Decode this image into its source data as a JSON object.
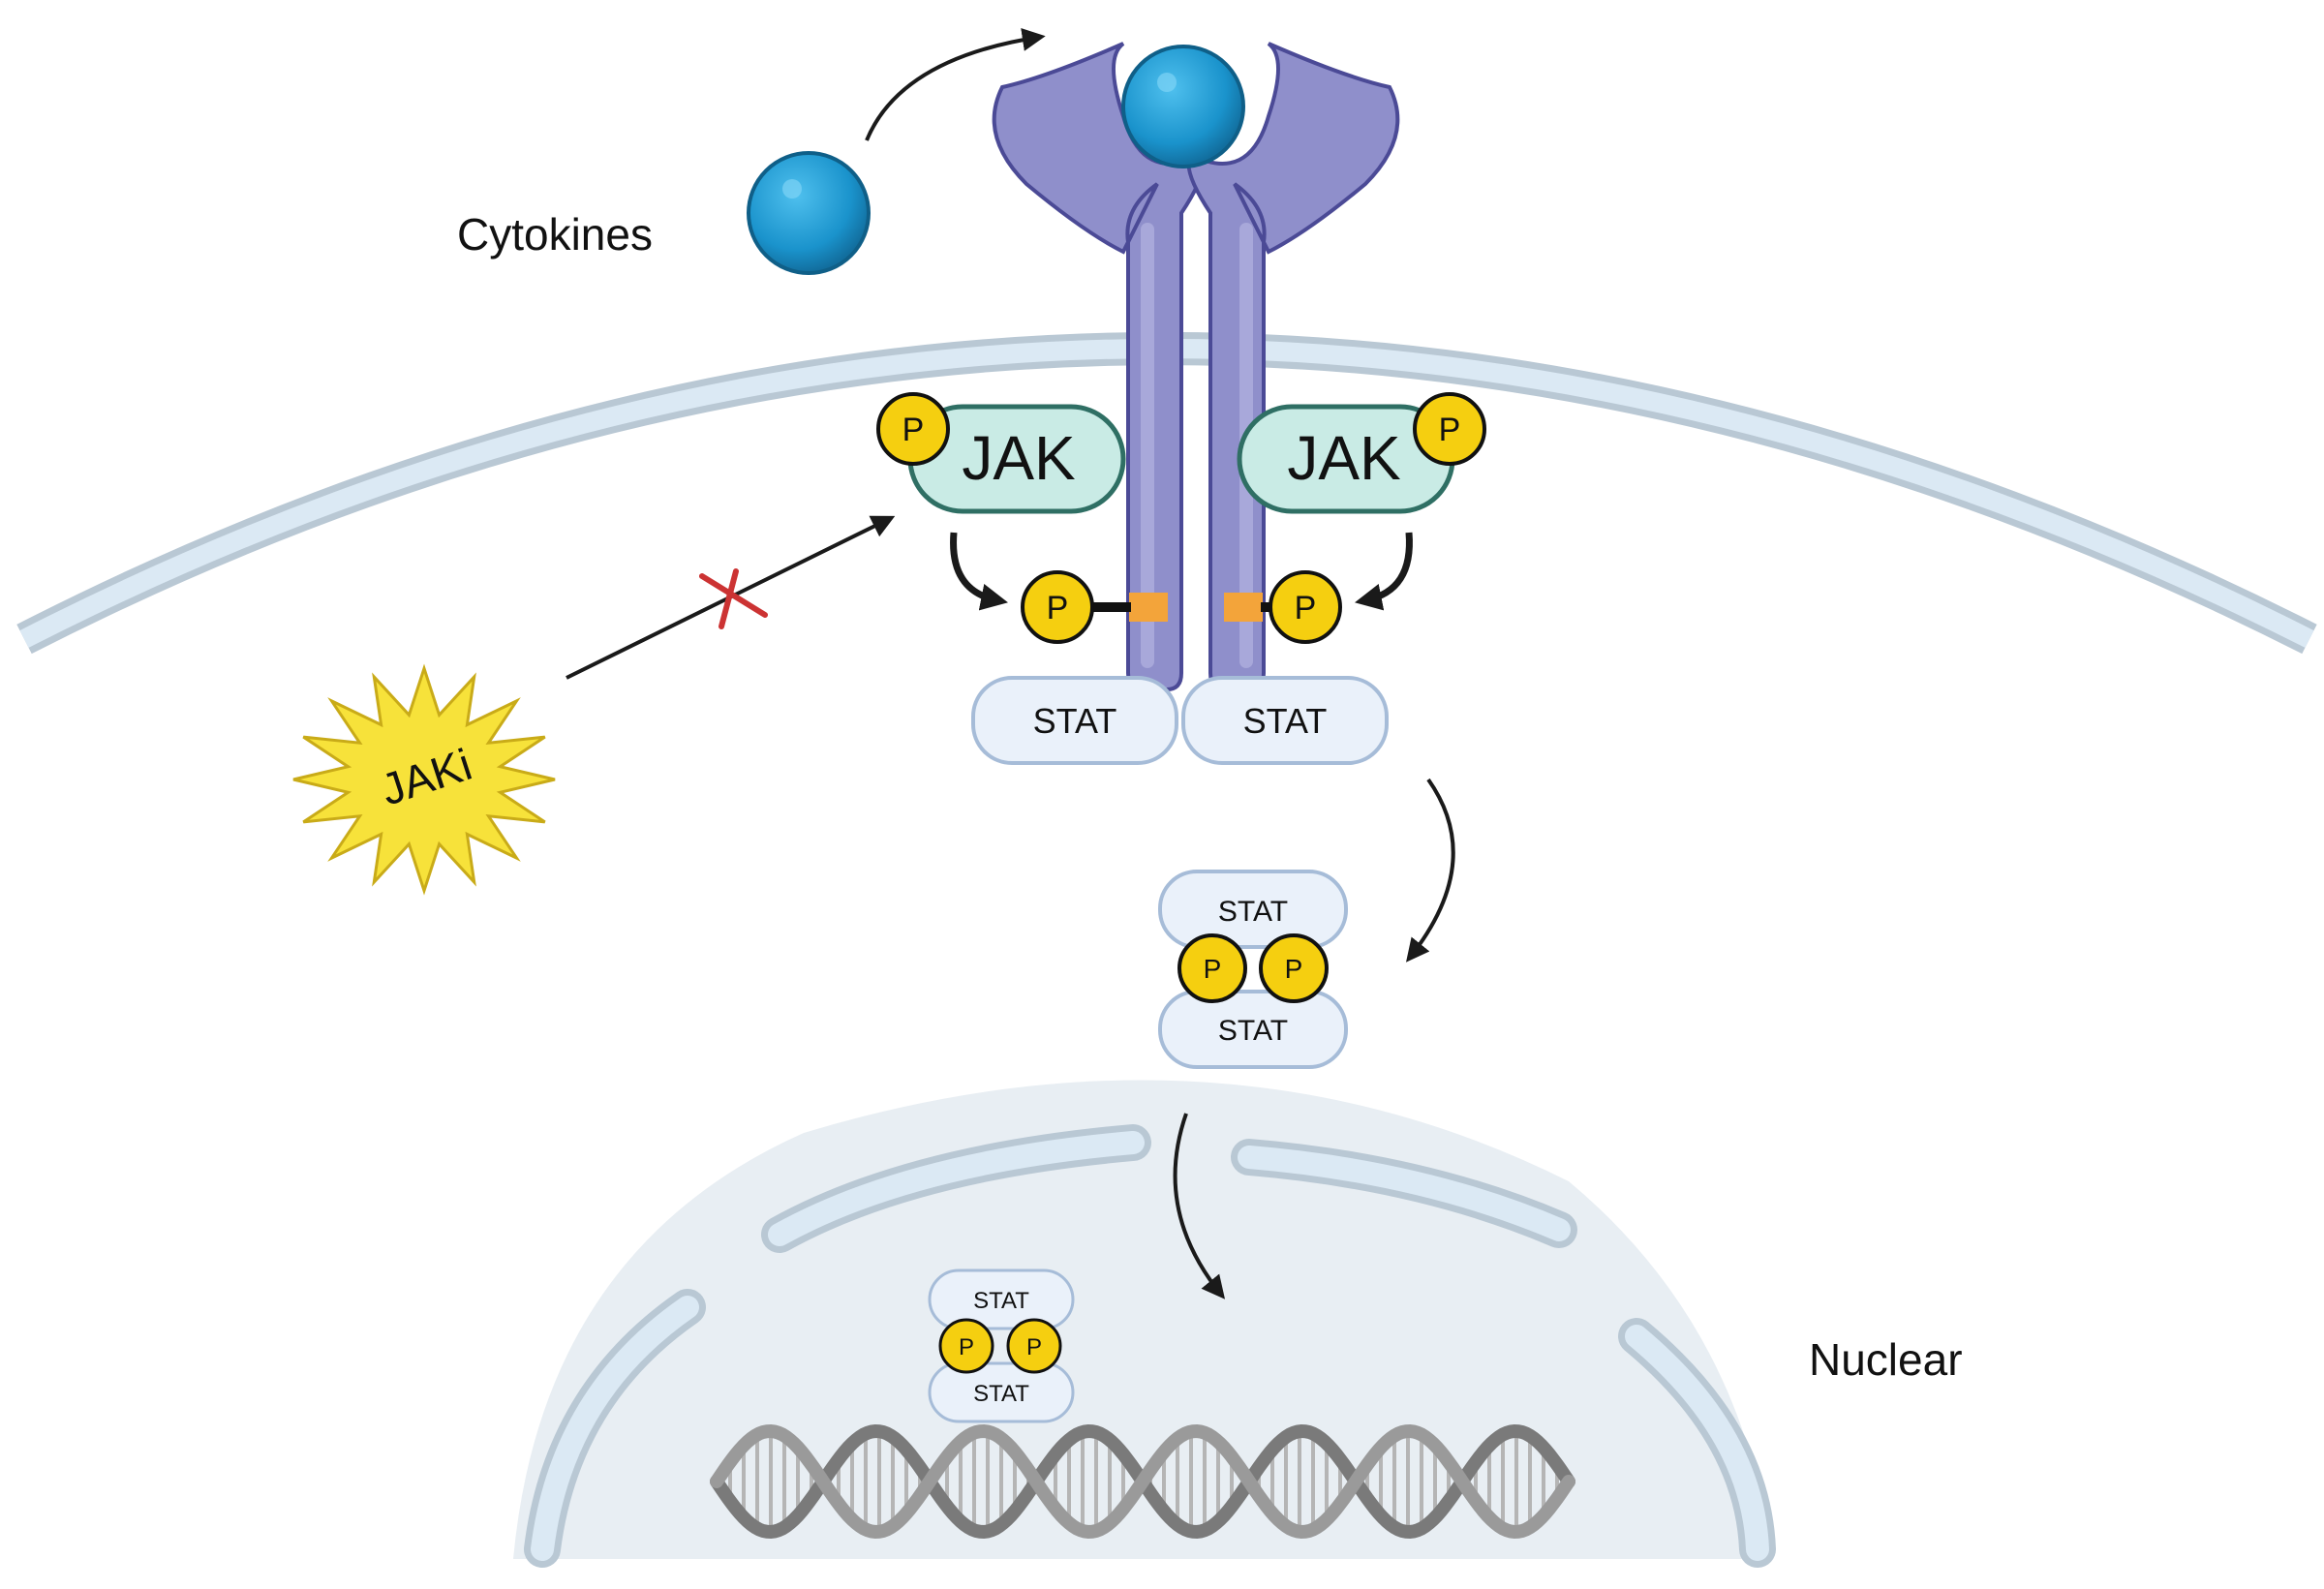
{
  "labels": {
    "cytokines": "Cytokines",
    "jak": "JAK",
    "jak_inhibitor": "JAKi",
    "stat": "STAT",
    "phosphate": "P",
    "nuclear": "Nuclear"
  },
  "colors": {
    "membrane_fill": "#dbe9f4",
    "membrane_stroke": "#b9c8d4",
    "receptor": "#8f8fcb",
    "receptor_dark": "#5c5aa6",
    "cytokine": "#1b8fc8",
    "jak_fill": "#c9ebe5",
    "jak_stroke": "#2f6f64",
    "stat_fill": "#eaf1fa",
    "stat_stroke": "#a6bcd8",
    "phosphate": "#f5cf10",
    "jaki_star": "#f7e23a",
    "inhibition_mark": "#cc3333",
    "nucleus_fill": "#e8eef3",
    "dna": "#8a8a8a"
  }
}
